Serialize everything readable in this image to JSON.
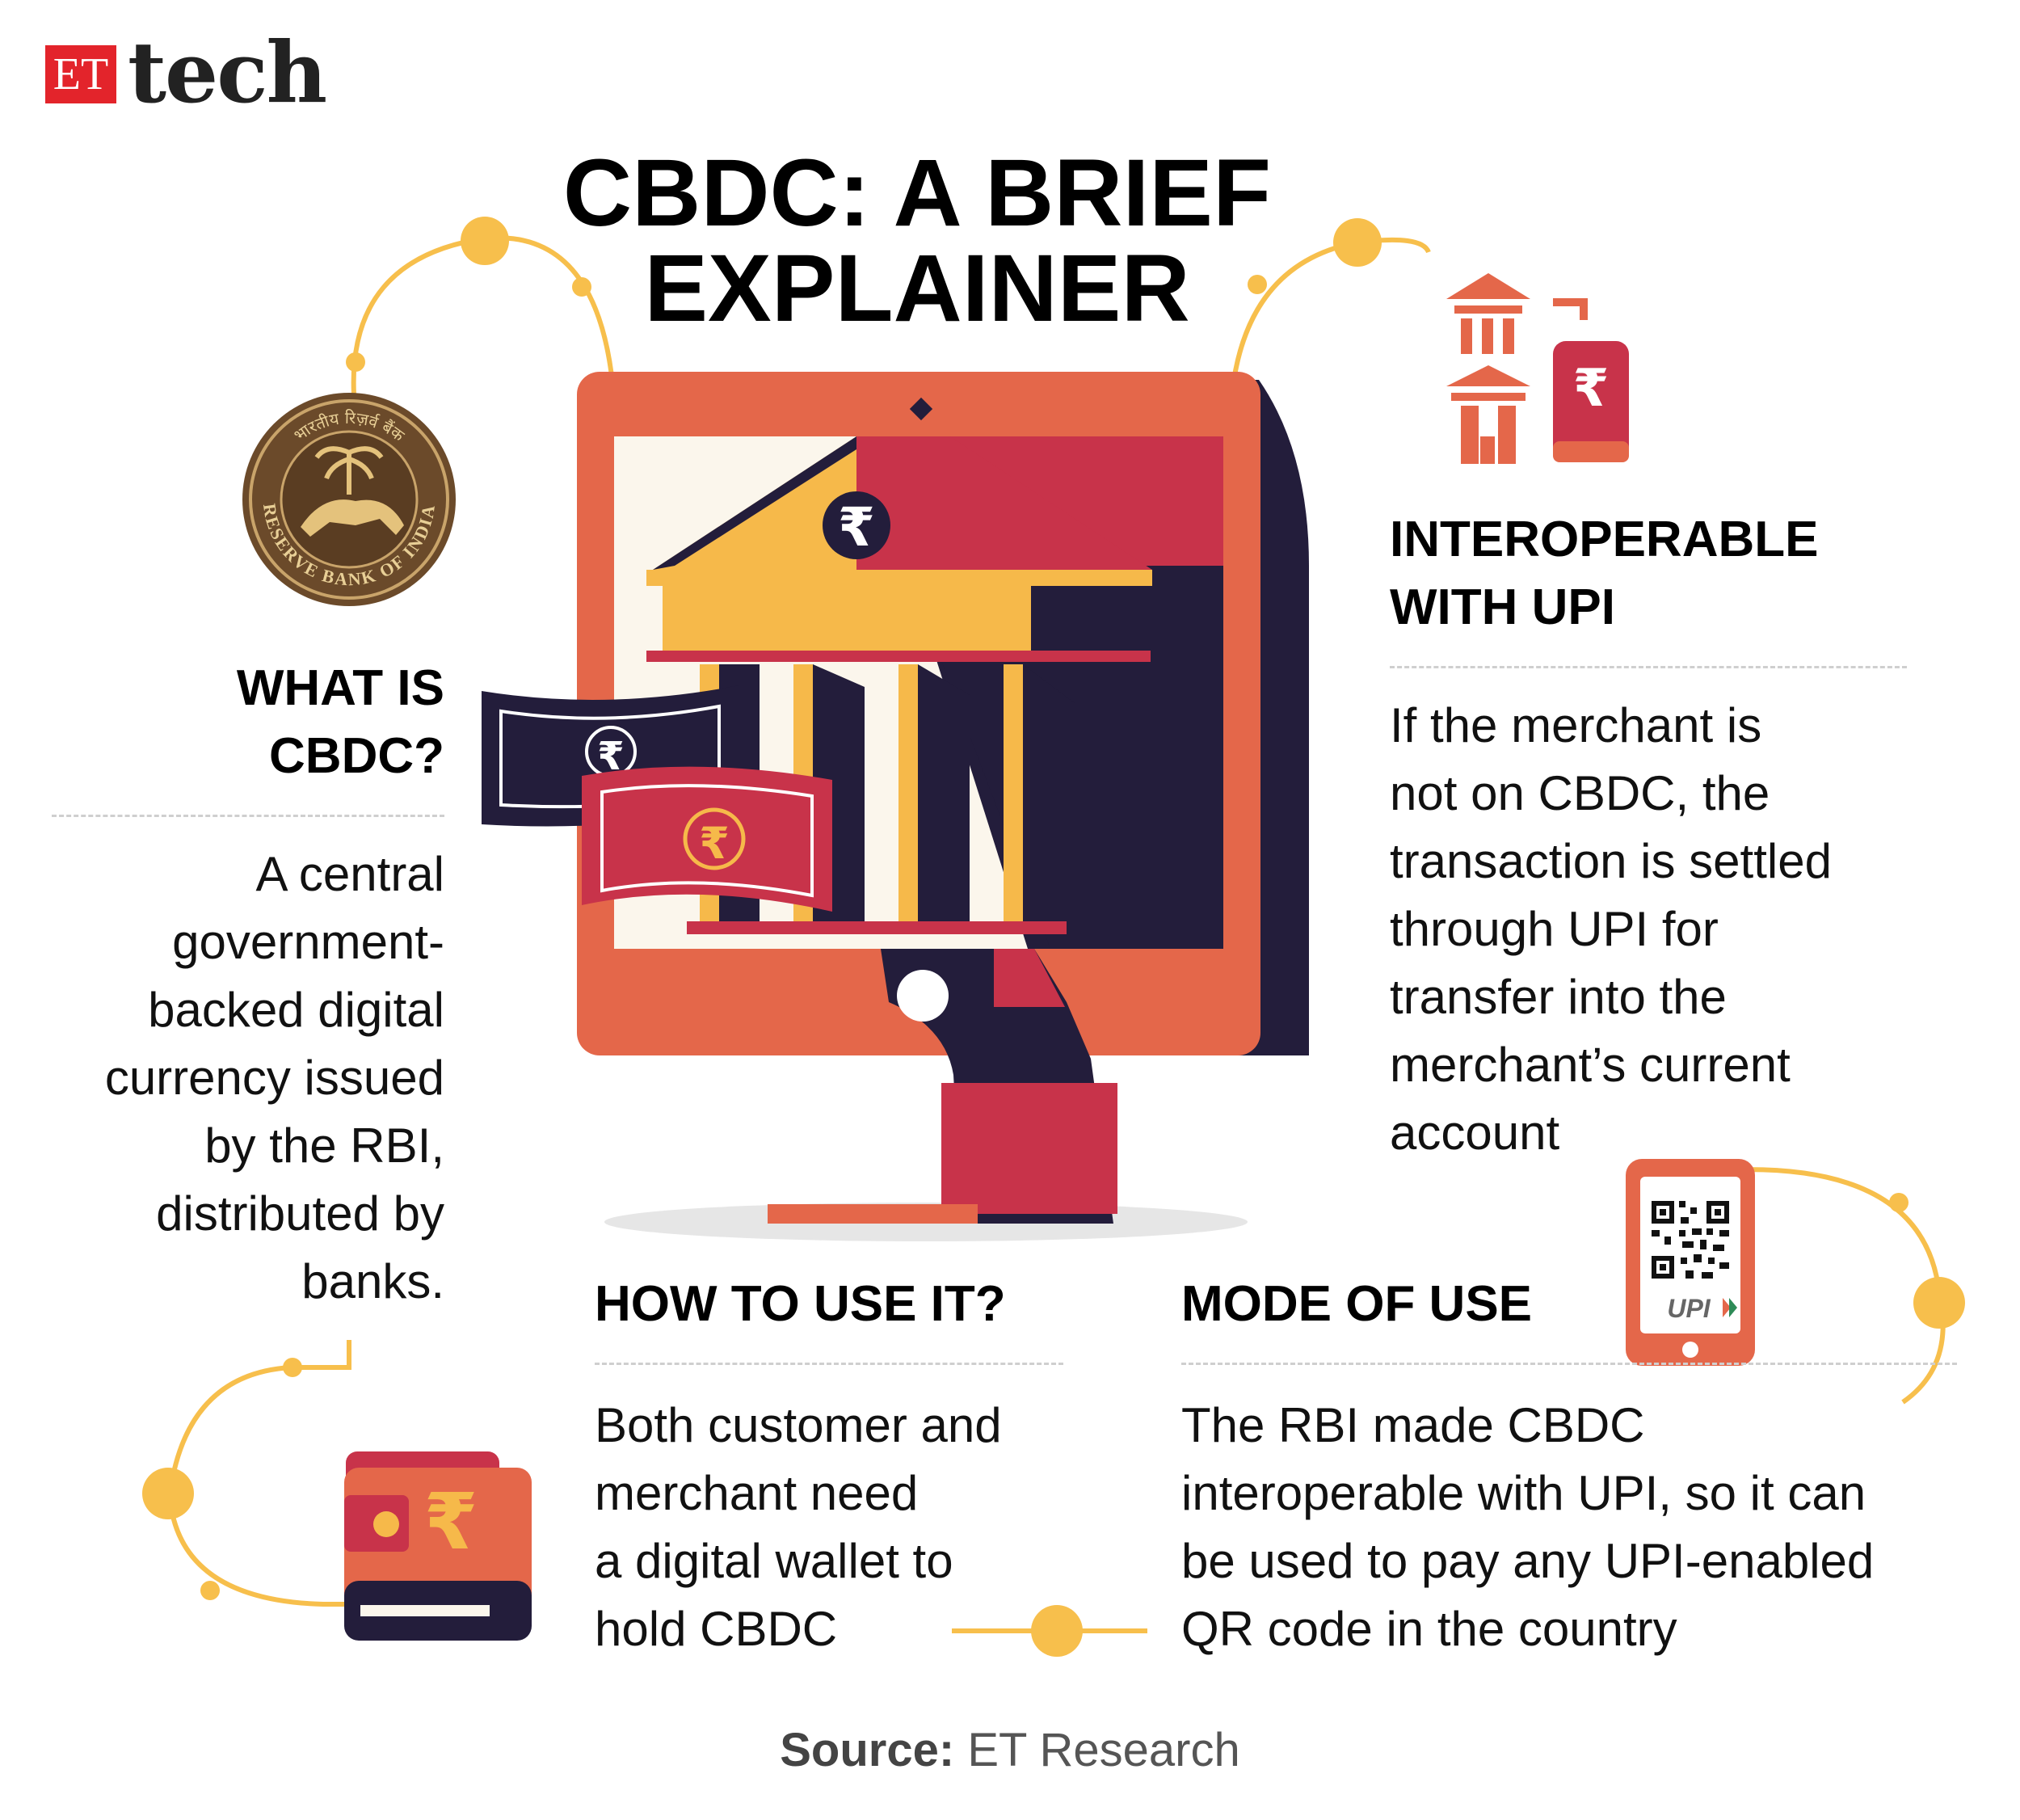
{
  "brand": {
    "badge": "ET",
    "word": "tech"
  },
  "title": {
    "line1": "CBDC: A BRIEF",
    "line2": "EXPLAINER"
  },
  "seal": {
    "top_text": "भारतीय रिज़र्व बैंक",
    "bottom_text": "RESERVE BANK OF INDIA"
  },
  "sections": {
    "what": {
      "heading": [
        "WHAT IS",
        "CBDC?"
      ],
      "body": [
        "A central",
        "government-",
        "backed digital",
        "currency issued",
        "by the RBI,",
        "distributed by",
        "banks."
      ]
    },
    "interop": {
      "heading": [
        "INTEROPERABLE",
        "WITH UPI"
      ],
      "body": [
        "If the merchant is",
        "not on CBDC, the",
        "transaction is settled",
        "through UPI for",
        "transfer into the",
        "merchant’s current",
        "account"
      ]
    },
    "how": {
      "heading": "HOW TO USE IT?",
      "body": [
        "Both customer and",
        "merchant need",
        "a digital wallet to",
        "hold CBDC"
      ]
    },
    "mode": {
      "heading": "MODE OF USE",
      "body": [
        "The RBI made CBDC",
        "interoperable with UPI, so it can",
        "be used to pay any UPI-enabled",
        "QR code in the country"
      ]
    }
  },
  "phone_label": "UPI",
  "rupee_symbol": "₹",
  "source": {
    "label": "Source:",
    "value": "ET Research"
  },
  "colors": {
    "orange": "#e4674a",
    "red": "#c8334a",
    "navy": "#231d3b",
    "yellow": "#f6b94a",
    "cream": "#fbf6ec",
    "accent_line": "#f7bf4c"
  }
}
